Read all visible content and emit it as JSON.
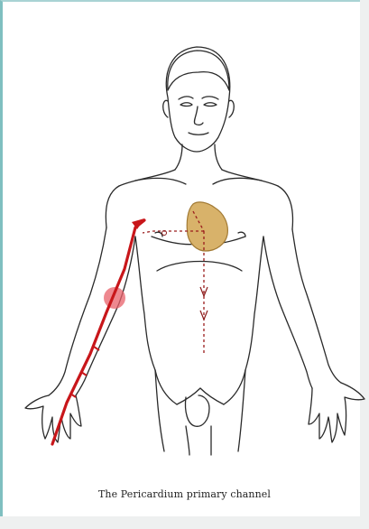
{
  "caption": "The Pericardium primary channel",
  "colors": {
    "line_art": "#2a2a2a",
    "channel": "#c8161a",
    "heart_fill": "#d8b26a",
    "heart_stroke": "#a27a34",
    "acupoint_highlight": "#e8606a",
    "frame_border": "#7fbfc0"
  },
  "icons": [
    "human-body-outline",
    "heart-shape",
    "channel-arrow"
  ]
}
